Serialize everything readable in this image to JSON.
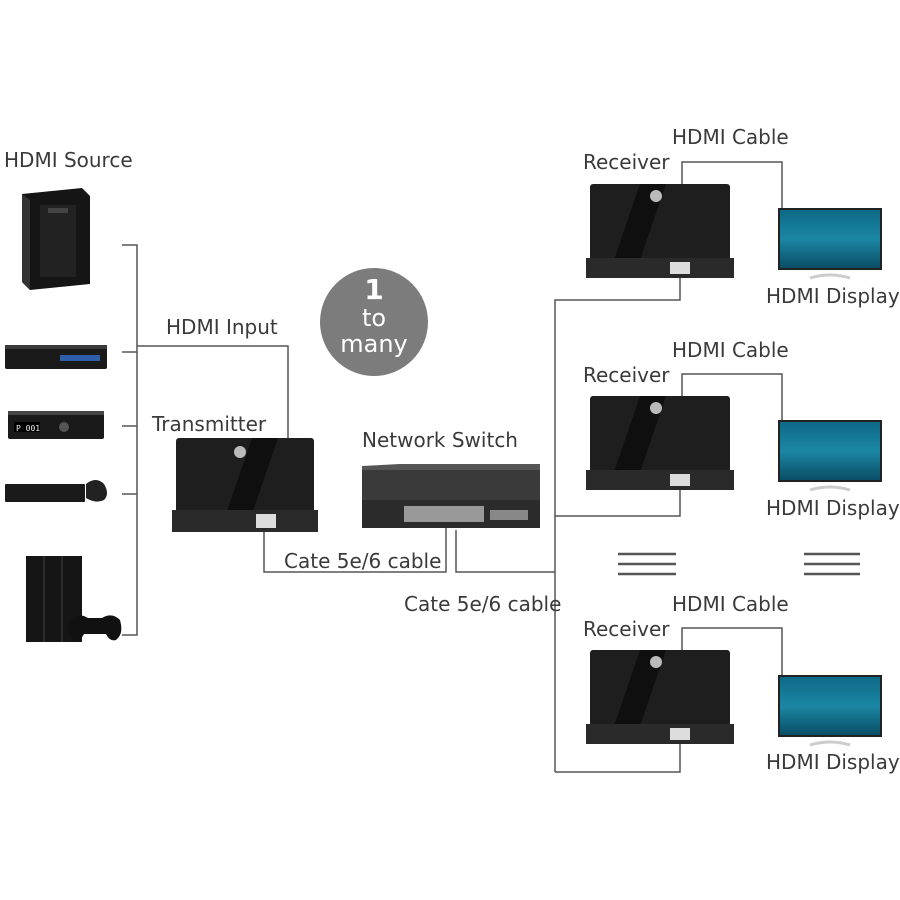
{
  "labels": {
    "hdmi_source": "HDMI Source",
    "hdmi_input": "HDMI Input",
    "transmitter": "Transmitter",
    "network_switch": "Network Switch",
    "cable_1": "Cate 5e/6 cable",
    "cable_2": "Cate 5e/6 cable",
    "receiver": "Receiver",
    "hdmi_cable": "HDMI Cable",
    "hdmi_display": "HDMI Display"
  },
  "badge": {
    "line1": "1",
    "line2": "to",
    "line3": "many"
  },
  "colors": {
    "device": "#1e1e1e",
    "wire": "#555555",
    "badge": "#7c7c7c",
    "screen": "#1b86a3"
  }
}
